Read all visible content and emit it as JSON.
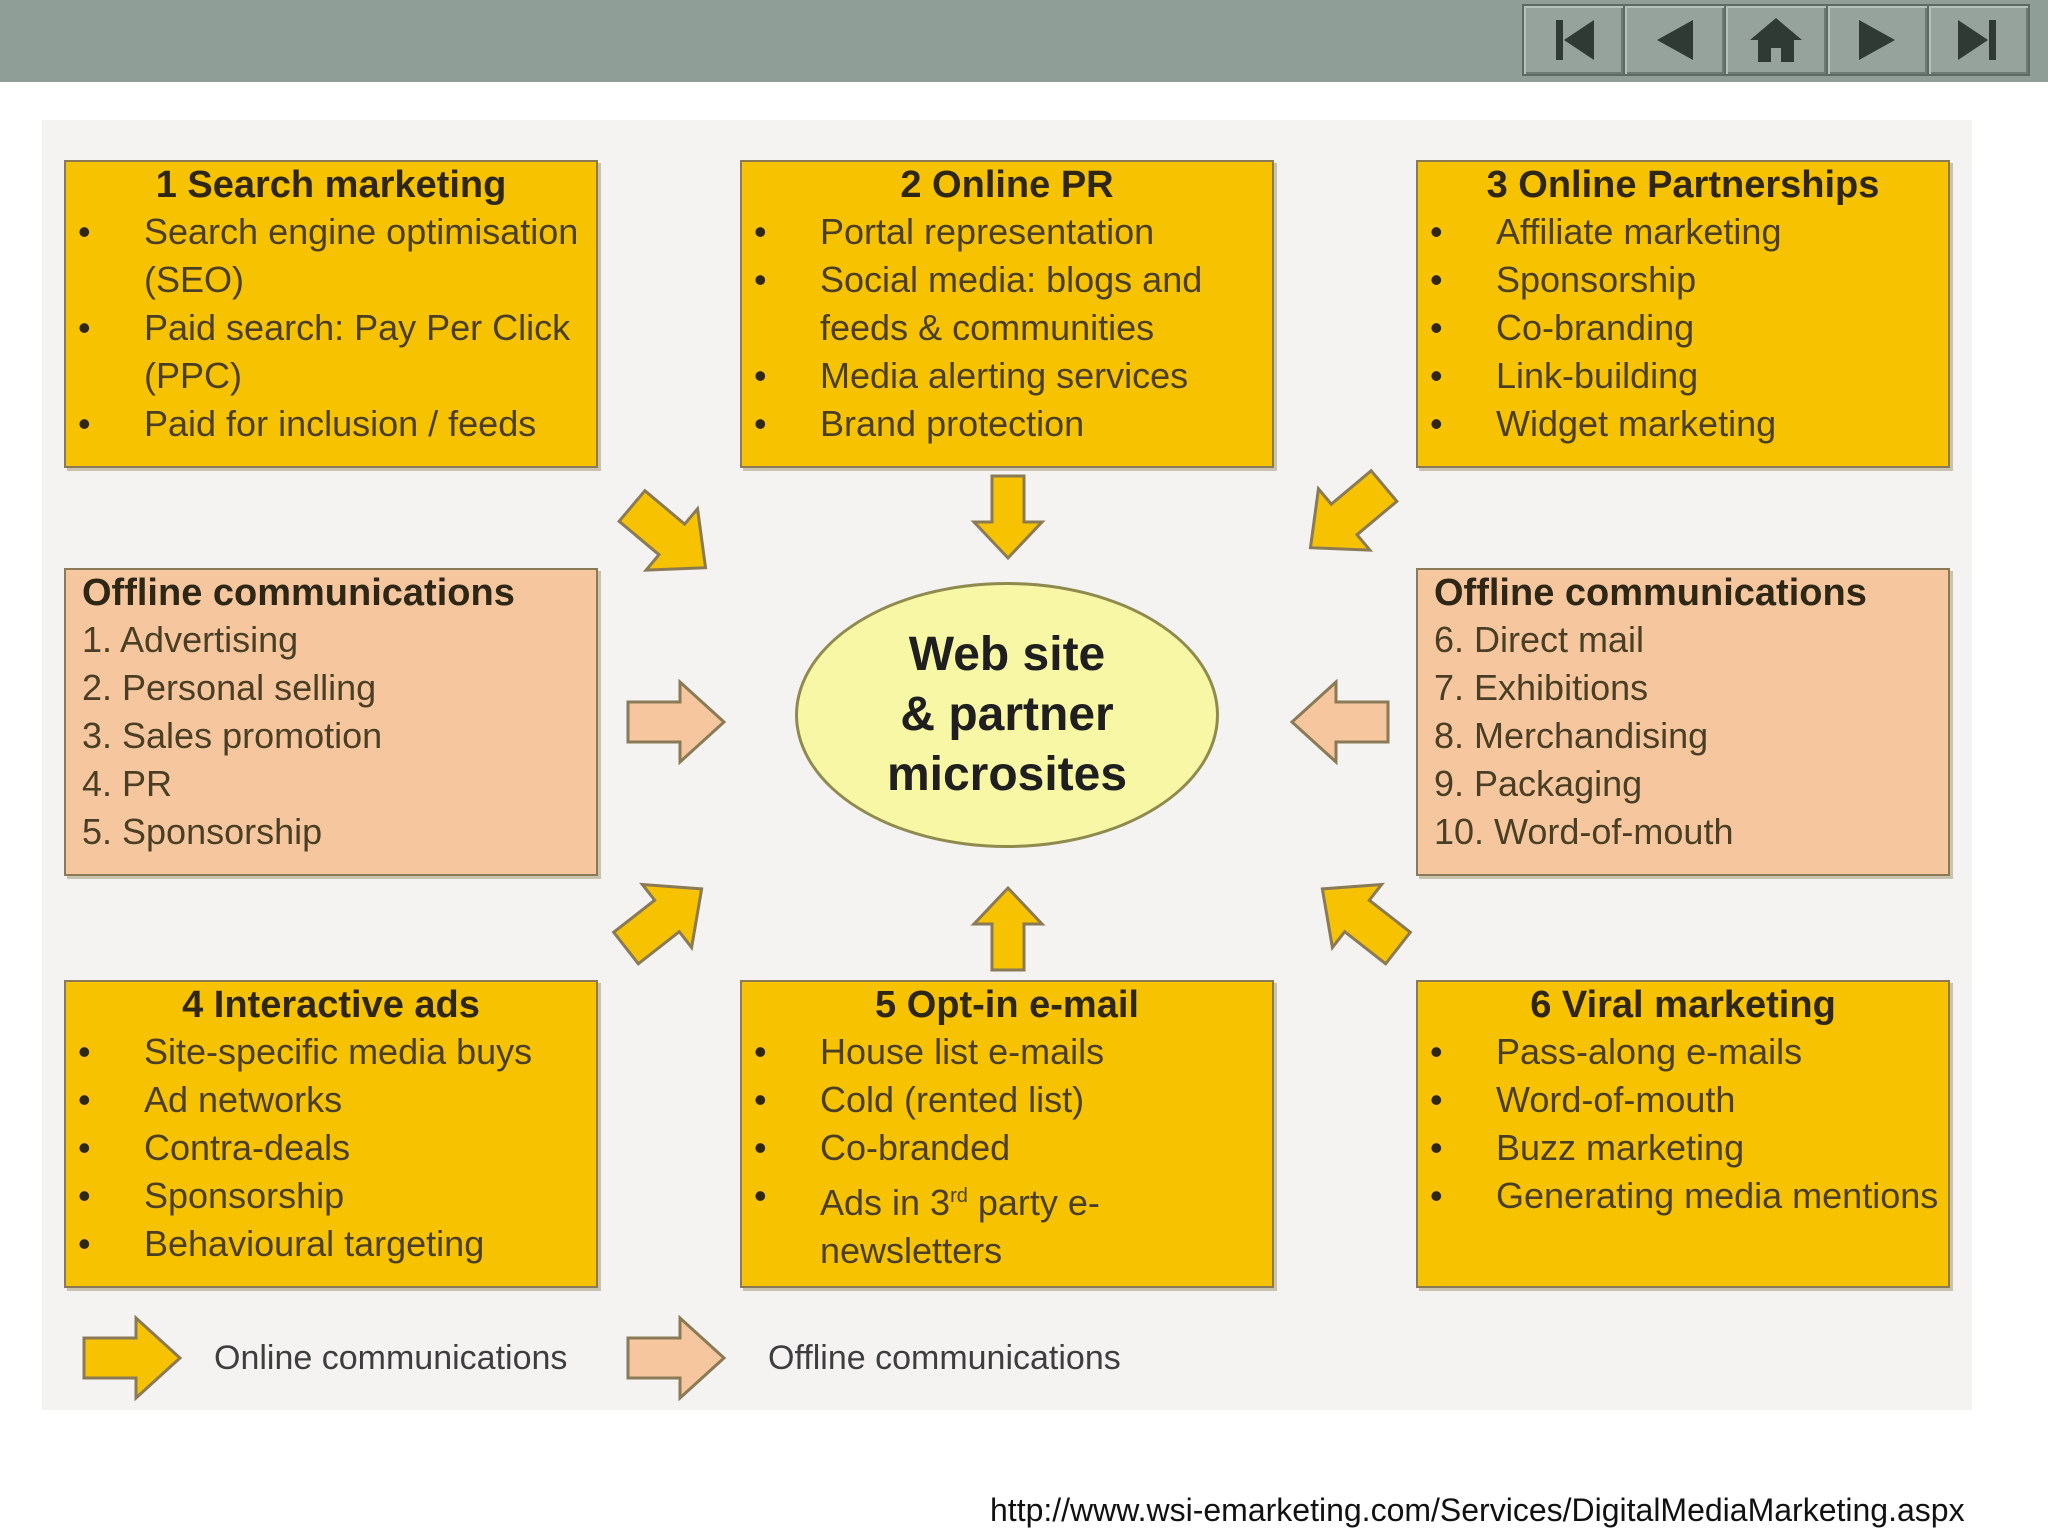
{
  "nav": {
    "buttons": [
      {
        "name": "first-slide-button",
        "icon": "first-icon"
      },
      {
        "name": "previous-slide-button",
        "icon": "previous-icon"
      },
      {
        "name": "home-button",
        "icon": "home-icon"
      },
      {
        "name": "next-slide-button",
        "icon": "next-icon"
      },
      {
        "name": "last-slide-button",
        "icon": "last-icon"
      }
    ]
  },
  "colors": {
    "online": "#f7c200",
    "offline": "#f6c79f",
    "hub": "#f7f7a5",
    "topbar": "#8f9e97"
  },
  "hub": {
    "lines": [
      "Web site",
      "& partner",
      "microsites"
    ]
  },
  "boxes": {
    "search": {
      "title": "1 Search marketing",
      "items": [
        "Search engine optimisation (SEO)",
        "Paid search: Pay Per Click (PPC)",
        "Paid for inclusion / feeds"
      ]
    },
    "pr": {
      "title": "2 Online PR",
      "items": [
        "Portal representation",
        "Social media: blogs and feeds & communities",
        "Media alerting services",
        "Brand protection"
      ]
    },
    "partnerships": {
      "title": "3 Online Partnerships",
      "items": [
        "Affiliate marketing",
        "Sponsorship",
        "Co-branding",
        "Link-building",
        "Widget marketing"
      ]
    },
    "offline_left": {
      "title": "Offline communications",
      "items": [
        "1. Advertising",
        "2. Personal selling",
        "3. Sales promotion",
        "4. PR",
        "5. Sponsorship"
      ]
    },
    "offline_right": {
      "title": "Offline communications",
      "items": [
        "6. Direct mail",
        "7. Exhibitions",
        "8. Merchandising",
        "9. Packaging",
        "10. Word-of-mouth"
      ]
    },
    "ads": {
      "title": "4 Interactive ads",
      "items": [
        "Site-specific media buys",
        "Ad networks",
        "Contra-deals",
        "Sponsorship",
        "Behavioural targeting"
      ]
    },
    "email": {
      "title": "5 Opt-in e-mail",
      "items": [
        "House list e-mails",
        "Cold (rented list)",
        "Co-branded"
      ],
      "last_item_pre": "Ads in 3",
      "last_item_sup": "rd",
      "last_item_post": " party e-newsletters"
    },
    "viral": {
      "title": "6 Viral marketing",
      "items": [
        "Pass-along e-mails",
        "Word-of-mouth",
        "Buzz marketing",
        "Generating media mentions"
      ]
    }
  },
  "legend": {
    "online_label": "Online communications",
    "offline_label": "Offline communications"
  },
  "source_url": "http://www.wsi-emarketing.com/Services/DigitalMediaMarketing.aspx"
}
